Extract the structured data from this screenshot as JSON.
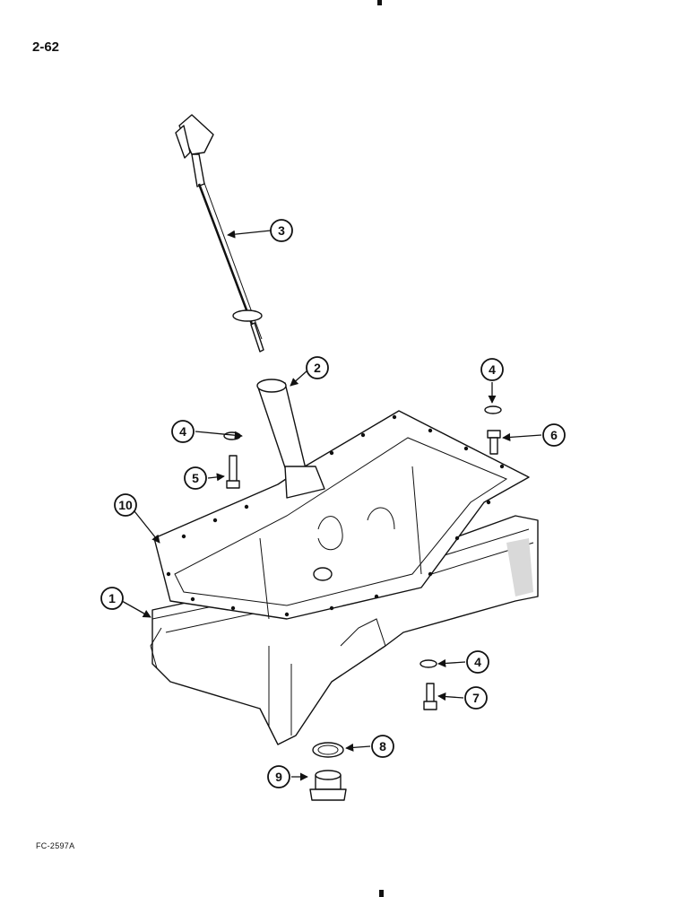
{
  "page": {
    "number": "2-62",
    "figure_code": "FC-2597A"
  },
  "callouts": [
    "1",
    "2",
    "3",
    "4",
    "4",
    "4",
    "5",
    "6",
    "7",
    "8",
    "9",
    "10"
  ],
  "parts": {
    "1": "oil-pan",
    "2": "dipstick-tube",
    "3": "dipstick",
    "4": "washer",
    "5": "bolt",
    "6": "bolt",
    "7": "bolt",
    "8": "sealing-washer",
    "9": "drain-plug",
    "10": "gasket"
  }
}
